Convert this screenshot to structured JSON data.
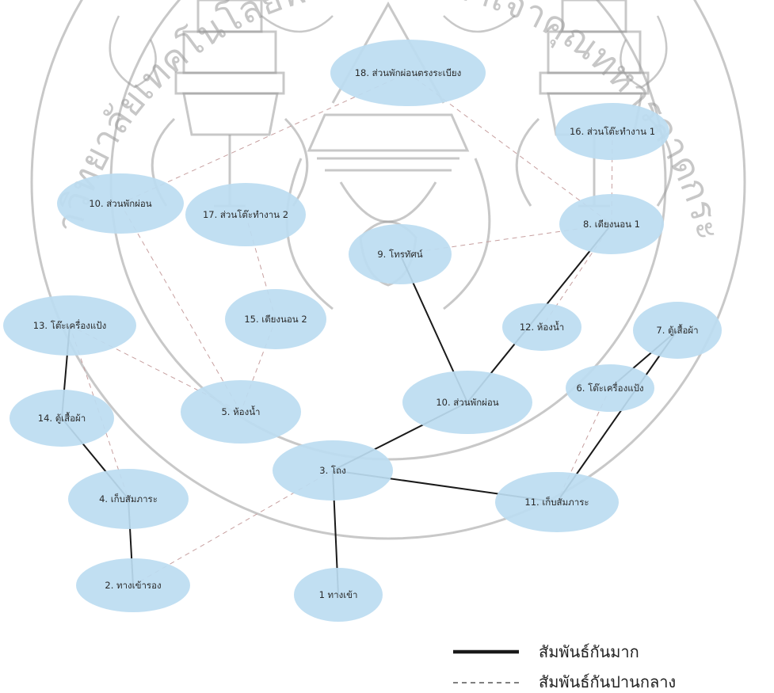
{
  "nodes": [
    {
      "id": "n18",
      "label": "18.  ส่วนพักผ่อนตรงระเบียง"
    },
    {
      "id": "n16",
      "label": "16.  ส่วนโต๊ะทำงาน 1"
    },
    {
      "id": "n10a",
      "label": "10.  ส่วนพักผ่อน"
    },
    {
      "id": "n17",
      "label": "17.  ส่วนโต๊ะทำงาน 2"
    },
    {
      "id": "n8",
      "label": "8.  เตียงนอน 1"
    },
    {
      "id": "n9",
      "label": "9.  โทรทัศน์"
    },
    {
      "id": "n13",
      "label": "13.  โต๊ะเครื่องแป้ง"
    },
    {
      "id": "n15",
      "label": "15.  เตียงนอน 2"
    },
    {
      "id": "n12",
      "label": "12.  ห้องน้ำ"
    },
    {
      "id": "n7",
      "label": "7.  ตู้เสื้อผ้า"
    },
    {
      "id": "n6",
      "label": "6.  โต๊ะเครื่องแป้ง"
    },
    {
      "id": "n14",
      "label": "14.  ตู้เสื้อผ้า"
    },
    {
      "id": "n5",
      "label": "5.  ห้องน้ำ"
    },
    {
      "id": "n10b",
      "label": "10.  ส่วนพักผ่อน"
    },
    {
      "id": "n3",
      "label": "3.  โถง"
    },
    {
      "id": "n4",
      "label": "4.  เก็บสัมภาระ"
    },
    {
      "id": "n11",
      "label": "11.  เก็บสัมภาระ"
    },
    {
      "id": "n2",
      "label": "2.  ทางเข้ารอง"
    },
    {
      "id": "n1",
      "label": "1  ทางเข้า"
    }
  ],
  "edges": [
    {
      "from": "n13",
      "to": "n14",
      "type": "strong"
    },
    {
      "from": "n14",
      "to": "n4",
      "type": "strong"
    },
    {
      "from": "n4",
      "to": "n2",
      "type": "strong"
    },
    {
      "from": "n3",
      "to": "n1",
      "type": "strong"
    },
    {
      "from": "n3",
      "to": "n11",
      "type": "strong"
    },
    {
      "from": "n3",
      "to": "n10b",
      "type": "strong"
    },
    {
      "from": "n10b",
      "to": "n9",
      "type": "strong"
    },
    {
      "from": "n10b",
      "to": "n8",
      "type": "strong"
    },
    {
      "from": "n11",
      "to": "n7",
      "type": "strong"
    },
    {
      "from": "n7",
      "to": "n6",
      "type": "strong"
    },
    {
      "from": "n10a",
      "to": "n18",
      "type": "medium"
    },
    {
      "from": "n18",
      "to": "n8",
      "type": "medium"
    },
    {
      "from": "n16",
      "to": "n8",
      "type": "medium"
    },
    {
      "from": "n17",
      "to": "n15",
      "type": "medium"
    },
    {
      "from": "n15",
      "to": "n5",
      "type": "medium"
    },
    {
      "from": "n13",
      "to": "n5",
      "type": "medium"
    },
    {
      "from": "n13",
      "to": "n4",
      "type": "medium"
    },
    {
      "from": "n8",
      "to": "n12",
      "type": "medium"
    },
    {
      "from": "n9",
      "to": "n8",
      "type": "medium"
    },
    {
      "from": "n6",
      "to": "n11",
      "type": "medium"
    },
    {
      "from": "n3",
      "to": "n2",
      "type": "medium"
    },
    {
      "from": "n10a",
      "to": "n5",
      "type": "medium"
    }
  ],
  "legend": {
    "strong": "สัมพันธ์กันมาก",
    "medium": "สัมพันธ์กันปานกลาง"
  },
  "watermark": {
    "arc_text": "มหาวิทยาลัยเทคโนโลยีพระจอมเกล้าเจ้าคุณทหารลาดกระบัง"
  },
  "colors": {
    "node_fill": "#bcdcf1",
    "strong_line": "#1a1a1a",
    "medium_line": "#c7a0a0",
    "watermark": "#9a9a9a"
  }
}
